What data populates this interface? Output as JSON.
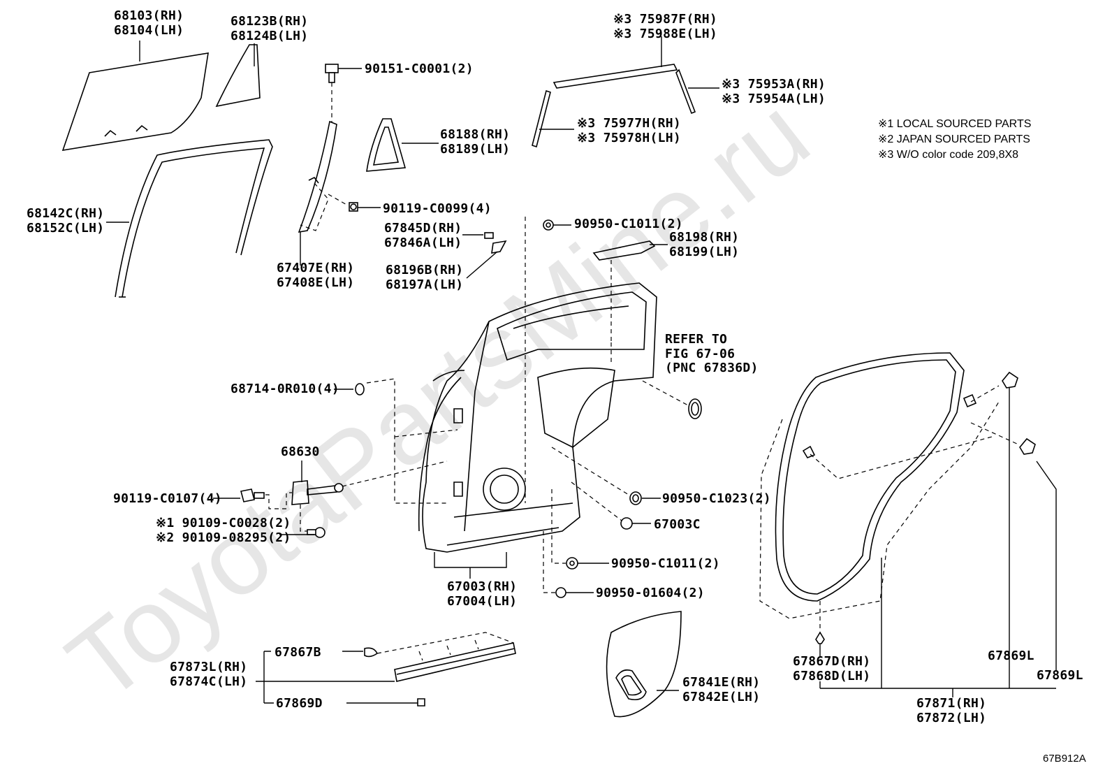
{
  "watermark": "ToyotaPartsMine.ru",
  "figure_code": "67B912A",
  "notes": [
    "※1 LOCAL SOURCED PARTS",
    "※2 JAPAN SOURCED PARTS",
    "※3 W/O color code 209,8X8"
  ],
  "refer": [
    "REFER TO",
    "FIG 67-06",
    "(PNC 67836D)"
  ],
  "parts": {
    "p68103": [
      "68103(RH)",
      "68104(LH)"
    ],
    "p68123": [
      "68123B(RH)",
      "68124B(LH)"
    ],
    "p90151": "90151-C0001(2)",
    "p75987": [
      "※3 75987F(RH)",
      "※3 75988E(LH)"
    ],
    "p75953": [
      "※3 75953A(RH)",
      "※3 75954A(LH)"
    ],
    "p75977": [
      "※3 75977H(RH)",
      "※3 75978H(LH)"
    ],
    "p68188": [
      "68188(RH)",
      "68189(LH)"
    ],
    "p68142": [
      "68142C(RH)",
      "68152C(LH)"
    ],
    "p90119a": "90119-C0099(4)",
    "p67845": [
      "67845D(RH)",
      "67846A(LH)"
    ],
    "p90950a": "90950-C1011(2)",
    "p68198": [
      "68198(RH)",
      "68199(LH)"
    ],
    "p67407": [
      "67407E(RH)",
      "67408E(LH)"
    ],
    "p68196": [
      "68196B(RH)",
      "68197A(LH)"
    ],
    "p68714": "68714-0R010(4)",
    "p68630": "68630",
    "p90119b": "90119-C0107(4)",
    "p90109": [
      "※1 90109-C0028(2)",
      "※2 90109-08295(2)"
    ],
    "p90950b": "90950-C1023(2)",
    "p67003c": "67003C",
    "p90950c": "90950-C1011(2)",
    "p67003": [
      "67003(RH)",
      "67004(LH)"
    ],
    "p90950d": "90950-01604(2)",
    "p67867b": "67867B",
    "p67873": [
      "67873L(RH)",
      "67874C(LH)"
    ],
    "p67869d": "67869D",
    "p67841": [
      "67841E(RH)",
      "67842E(LH)"
    ],
    "p67867d": [
      "67867D(RH)",
      "67868D(LH)"
    ],
    "p67869l_a": "67869L",
    "p67869l_b": "67869L",
    "p67871": [
      "67871(RH)",
      "67872(LH)"
    ]
  }
}
